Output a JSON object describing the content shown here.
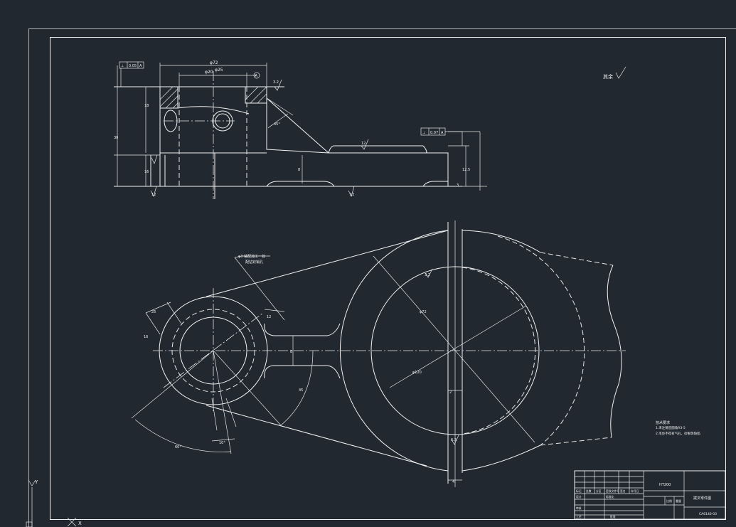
{
  "drawing": {
    "surface_note": "其余",
    "top_view_dims": {
      "width_overall": "φ72",
      "bore_a": "φ20",
      "bore_b": "φ25",
      "datum_label": "A",
      "tol_box_left": [
        "⊥",
        "0.05",
        "A"
      ],
      "tol_box_right": [
        "⊥",
        "0.07",
        "A"
      ],
      "rough_top": "3.2",
      "rough_mid": "12",
      "rough_bottom_left": "12",
      "rough_bottom_mid": "12",
      "height_a": "18",
      "height_b": "30",
      "height_c": "16",
      "height_d": "8",
      "angle": "45°",
      "slot": "12.5",
      "small": "3"
    },
    "plan_view_dims": {
      "note_line1": "φ3 装配加工一处",
      "note_line2": "配钻铰销孔",
      "dia_large": "φ72",
      "dia_inner": "φ120",
      "rough_a": "3.2",
      "rough_b": "6.3",
      "dim_a": "25",
      "dim_b": "16",
      "dim_c": "8",
      "dim_d": "12",
      "dim_e": "2",
      "dim_f": "4",
      "angle_a": "60°",
      "angle_b": "10°",
      "rough_c": "45"
    },
    "tech_notes": {
      "title": "技术要求",
      "line1": "1.未注铸造圆角R3-5",
      "line2": "2.毛坯不得有气孔、砂眼等缺陷"
    },
    "title_block": {
      "material": "HT200",
      "part_name": "拨叉零件图",
      "drawing_no": "CA6140-03",
      "scale_label": "比例",
      "sheet_label": "重量",
      "row_labels": [
        "标记",
        "处数",
        "分区",
        "更改文件号",
        "签名",
        "年月日"
      ],
      "design": "设计",
      "check": "审核",
      "process": "工艺",
      "std": "标准化",
      "approve": "批准"
    },
    "ucs": {
      "y": "Y",
      "x": "X"
    }
  }
}
